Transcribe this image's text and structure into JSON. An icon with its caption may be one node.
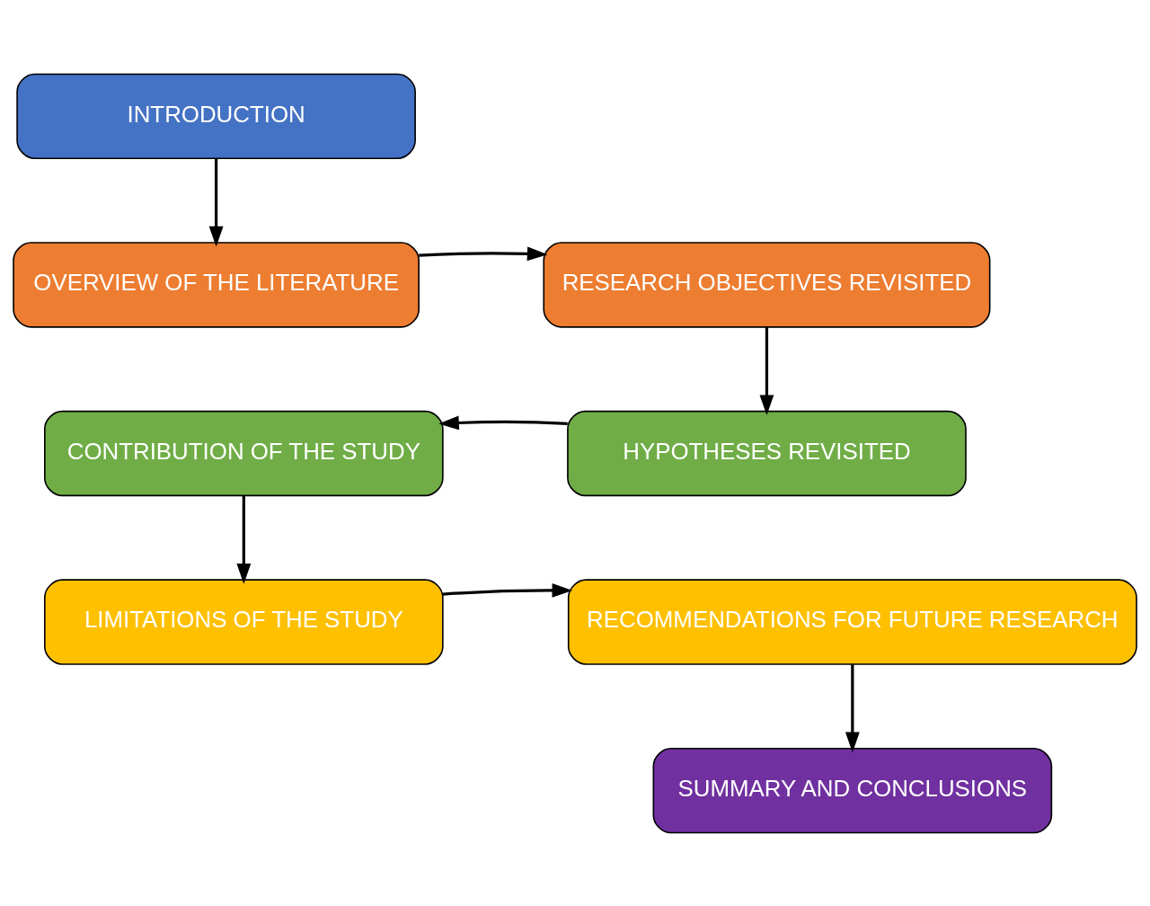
{
  "diagram": {
    "nodes": [
      {
        "text": [
          "INTRODUCTION"
        ]
      },
      {
        "text": [
          "OVERVIEW OF THE LITERATURE"
        ]
      },
      {
        "text": [
          "RESEARCH OBJECTIVES REVISITED"
        ]
      },
      {
        "text": [
          "HYPOTHESES REVISITED"
        ]
      },
      {
        "text": [
          "CONTRIBUTION OF THE STUDY"
        ]
      },
      {
        "text": [
          "LIMITATIONS OF THE STUDY"
        ]
      },
      {
        "text": [
          "RECOMMENDATIONS FOR FUTURE RESEARCH"
        ]
      },
      {
        "text": [
          "SUMMARY AND CONCLUSIONS"
        ]
      }
    ],
    "edges": [
      {
        "from": 0,
        "to": 1,
        "arrow": "to"
      },
      {
        "from": 1,
        "to": 2,
        "arrow": "to"
      },
      {
        "from": 2,
        "to": 3,
        "arrow": "to"
      },
      {
        "from": 3,
        "to": 4,
        "arrow": "to"
      },
      {
        "from": 4,
        "to": 5,
        "arrow": "to"
      },
      {
        "from": 5,
        "to": 6,
        "arrow": "to"
      },
      {
        "from": 6,
        "to": 7,
        "arrow": "to"
      }
    ]
  }
}
